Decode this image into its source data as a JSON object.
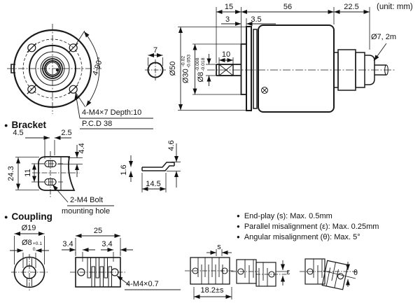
{
  "unit_note": "(unit: mm)",
  "front_view": {
    "angle_label": "4-90°",
    "screw_note": "4-M4×7 Depth:10",
    "pcd_note": "P.C.D 38"
  },
  "shaft_section": {
    "width_dim": "7"
  },
  "side_view": {
    "dim_shaft_len": "15",
    "dim_body_len": "56",
    "dim_gland_len": "22.5",
    "dim_boss_depth": "3",
    "dim_flange_thk": "3.5",
    "dim_key_len": "10",
    "dia_body": "Ø50",
    "dia_boss": {
      "main": "Ø30",
      "tol_top": "-0.02",
      "tol_bottom": "-0.053"
    },
    "dia_shaft": {
      "main": "Ø8",
      "tol_top": "-0.008",
      "tol_bottom": "-0.018"
    },
    "cable_label": "Ø7, 2m"
  },
  "bracket": {
    "section_label": "Bracket",
    "dim_4_5": "4.5",
    "dim_2_5": "2.5",
    "dim_24_3": "24.3",
    "dim_11": "11",
    "dim_4_4": "4.4",
    "dim_1_6": "1.6",
    "dim_14_5": "14.5",
    "dim_4_6": "4.6",
    "hole_note_line1": "2-M4 Bolt",
    "hole_note_line2": "mounting hole"
  },
  "coupling": {
    "section_label": "Coupling",
    "dia_outer": "Ø19",
    "dia_bore": {
      "main": "Ø8",
      "tol_top": "+0.1",
      "tol_bottom": "0"
    },
    "dim_len": "25",
    "dim_3_4_left": "3.4",
    "dim_3_4_right": "3.4",
    "screw_note": "4-M4×0.7",
    "dim_assembled": "18.2±s",
    "s_label": "s",
    "epsilon_label": "ε",
    "theta_label": "θ"
  },
  "notes": [
    "End-play (s): Max. 0.5mm",
    "Parallel misalignment (ε): Max. 0.25mm",
    "Angular misalignment (θ): Max. 5°"
  ]
}
